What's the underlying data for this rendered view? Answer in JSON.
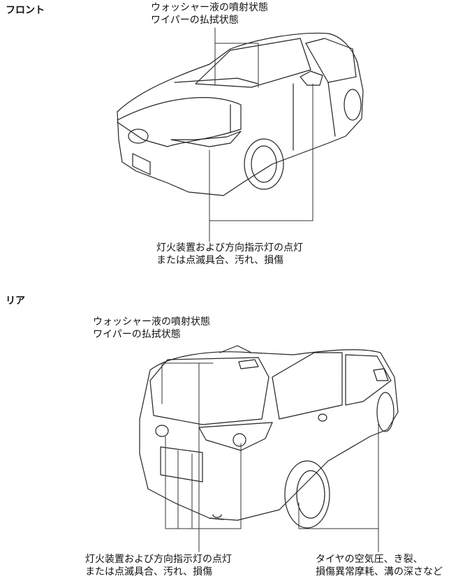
{
  "front": {
    "heading": "フロント",
    "top_label": [
      "ウォッシャー液の噴射状態",
      "ワイパーの払拭状態"
    ],
    "bottom_label": [
      "灯火装置および方向指示灯の点灯",
      "または点滅具合、汚れ、損傷"
    ]
  },
  "rear": {
    "heading": "リア",
    "top_label": [
      "ウォッシャー液の噴射状態",
      "ワイパーの払拭状態"
    ],
    "bottom_left_label": [
      "灯火装置および方向指示灯の点灯",
      "または点滅具合、汚れ、損傷"
    ],
    "bottom_right_label": [
      "タイヤの空気圧、き裂、",
      "損傷異常摩耗、溝の深さなど"
    ]
  }
}
